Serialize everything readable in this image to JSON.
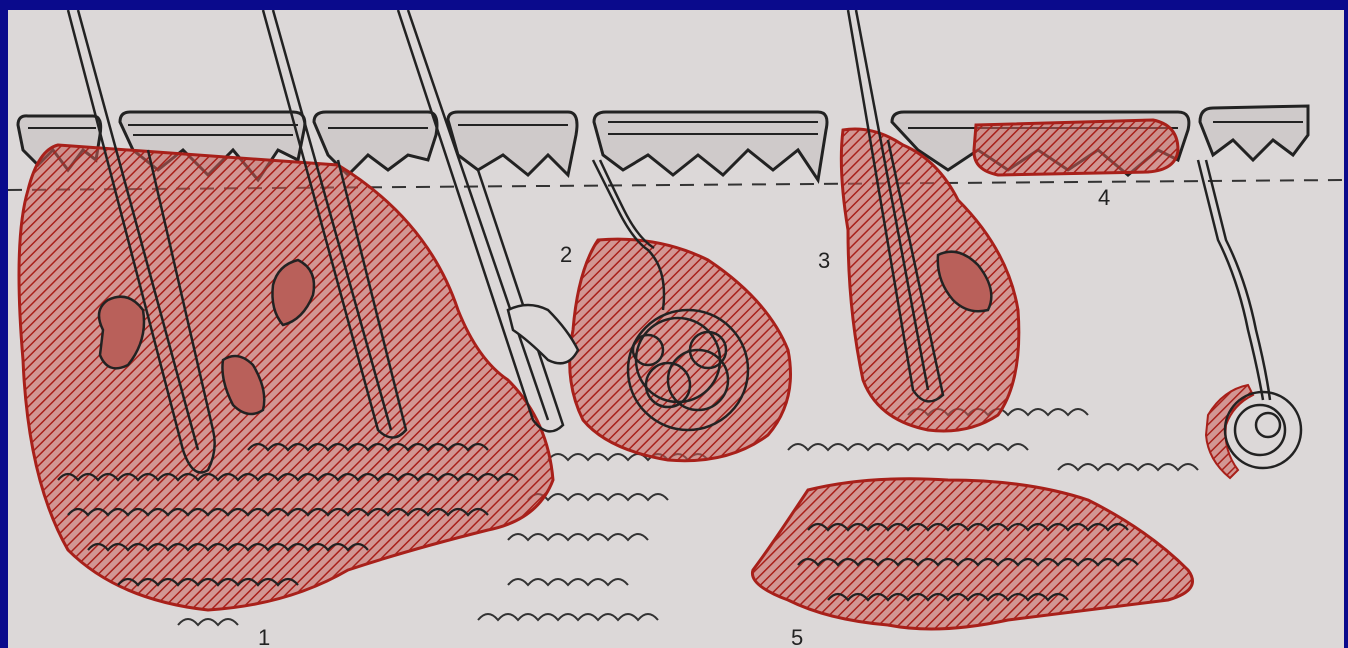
{
  "figure": {
    "labels": [
      {
        "id": "label-1",
        "text": "1"
      },
      {
        "id": "label-2",
        "text": "2"
      },
      {
        "id": "label-3",
        "text": "3"
      },
      {
        "id": "label-4",
        "text": "4"
      },
      {
        "id": "label-5",
        "text": "5"
      }
    ]
  },
  "colors": {
    "frame": "#0a0a8c",
    "paper": "#dcd8d8",
    "highlight": "#a8201a",
    "ink": "#222222"
  }
}
